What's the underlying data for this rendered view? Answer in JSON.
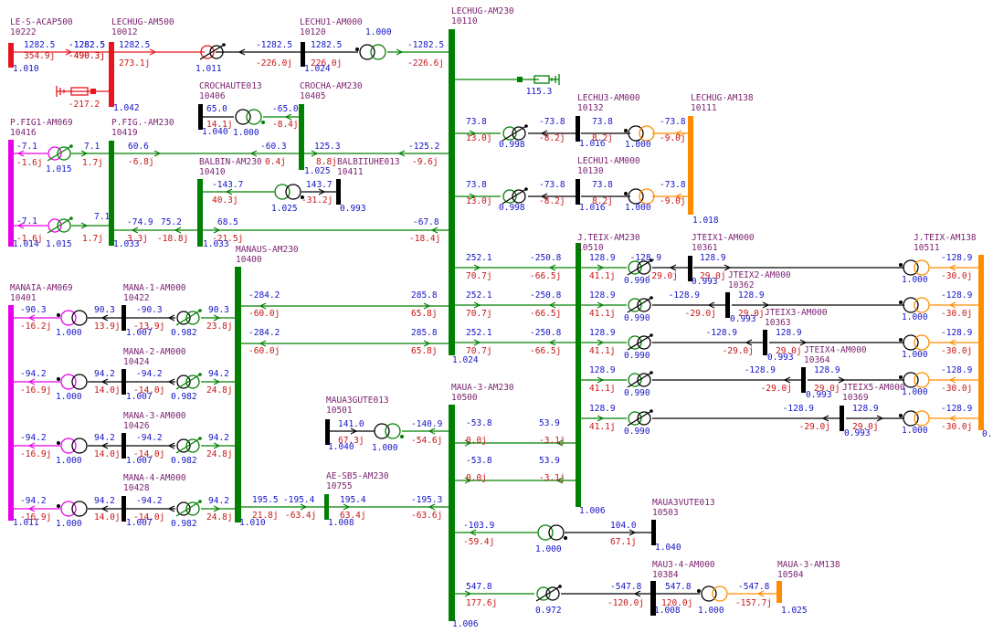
{
  "buses": [
    {
      "id": "lescap",
      "name": "LE-S-ACAP500",
      "num": "10222",
      "v": "1.010",
      "color": "#e8141e"
    },
    {
      "id": "lech500",
      "name": "LECHUG-AM500",
      "num": "10012",
      "v": "1.042",
      "color": "#e8141e"
    },
    {
      "id": "lechu1",
      "name": "LECHU1-AM000",
      "num": "10120",
      "v": "1.024",
      "color": "#000000"
    },
    {
      "id": "lech230",
      "name": "LECHUG-AM230",
      "num": "10110",
      "v": "1.024",
      "color": "#008000"
    },
    {
      "id": "crochute",
      "name": "CROCHAUTE013",
      "num": "10406",
      "v": "1.040",
      "color": "#000000"
    },
    {
      "id": "crocha",
      "name": "CROCHA-AM230",
      "num": "10405",
      "v": "1.025",
      "color": "#008000"
    },
    {
      "id": "pfig69",
      "name": "P.FIG1-AM069",
      "num": "10416",
      "v": "1.014",
      "color": "#e800e8"
    },
    {
      "id": "pfig230",
      "name": "P.FIG.-AM230",
      "num": "10419",
      "v": "1.033",
      "color": "#008000"
    },
    {
      "id": "balbin",
      "name": "BALBIN-AM230",
      "num": "10410",
      "v": "1.033",
      "color": "#008000"
    },
    {
      "id": "balbiuhe",
      "name": "BALBIIUHE013",
      "num": "10411",
      "v": "0.993",
      "color": "#000000"
    },
    {
      "id": "lechu3",
      "name": "LECHU3-AM000",
      "num": "10132",
      "v": "1.016",
      "color": "#000000"
    },
    {
      "id": "lechu1b",
      "name": "LECHU1-AM000",
      "num": "10130",
      "v": "1.016",
      "color": "#000000"
    },
    {
      "id": "lech138",
      "name": "LECHUG-AM138",
      "num": "10111",
      "v": "1.018",
      "color": "#ff8c00"
    },
    {
      "id": "manaus",
      "name": "MANAUS-AM230",
      "num": "10400",
      "v": "1.010",
      "color": "#008000"
    },
    {
      "id": "mana69",
      "name": "MANAIA-AM069",
      "num": "10401",
      "v": "1.011",
      "color": "#e800e8"
    },
    {
      "id": "mana1",
      "name": "MANA-1-AM000",
      "num": "10422",
      "v": "1.007",
      "color": "#000000"
    },
    {
      "id": "mana2",
      "name": "MANA-2-AM000",
      "num": "10424",
      "v": "1.007",
      "color": "#000000"
    },
    {
      "id": "mana3",
      "name": "MANA-3-AM000",
      "num": "10426",
      "v": "1.007",
      "color": "#000000"
    },
    {
      "id": "mana4",
      "name": "MANA-4-AM000",
      "num": "10428",
      "v": "1.007",
      "color": "#000000"
    },
    {
      "id": "jteix230",
      "name": "J.TEIX-AM230",
      "num": "10510",
      "v": "1.006",
      "color": "#008000"
    },
    {
      "id": "jteix1",
      "name": "JTEIX1-AM000",
      "num": "10361",
      "v": "0.993",
      "color": "#000000"
    },
    {
      "id": "jteix2",
      "name": "JTEIX2-AM000",
      "num": "10362",
      "v": "0.993",
      "color": "#000000"
    },
    {
      "id": "jteix3",
      "name": "JTEIX3-AM000",
      "num": "10363",
      "v": "0.993",
      "color": "#000000"
    },
    {
      "id": "jteix4",
      "name": "JTEIX4-AM000",
      "num": "10364",
      "v": "0.993",
      "color": "#000000"
    },
    {
      "id": "jteix5",
      "name": "JTEIX5-AM000",
      "num": "10369",
      "v": "0.993",
      "color": "#000000"
    },
    {
      "id": "jteix138",
      "name": "J.TEIX-AM138",
      "num": "10511",
      "v": "0.",
      "color": "#ff8c00"
    },
    {
      "id": "mauagute",
      "name": "MAUA3GUTE013",
      "num": "10501",
      "v": "1.040",
      "color": "#000000"
    },
    {
      "id": "maua230",
      "name": "MAUA-3-AM230",
      "num": "10500",
      "v": "1.006",
      "color": "#008000"
    },
    {
      "id": "aesb5",
      "name": "AE-SB5-AM230",
      "num": "10755",
      "v": "1.008",
      "color": "#008000"
    },
    {
      "id": "mauavute",
      "name": "MAUA3VUTE013",
      "num": "10503",
      "v": "1.040",
      "color": "#000000"
    },
    {
      "id": "maua34",
      "name": "MAU3-4-AM000",
      "num": "10384",
      "v": "1.008",
      "color": "#000000"
    },
    {
      "id": "maua138",
      "name": "MAUA-3-AM138",
      "num": "10504",
      "v": "1.025",
      "color": "#ff8c00"
    }
  ],
  "branches": [
    {
      "id": "lescap-lech500",
      "p": [
        "1282.5",
        "-1282.5"
      ],
      "q": [
        "354.9j",
        "-490.3j"
      ]
    },
    {
      "id": "lech500-lechu1",
      "p": [
        "1282.5",
        "-1282.5"
      ],
      "q": [
        "273.1j",
        "-226.0j"
      ],
      "tap": "1.011"
    },
    {
      "id": "lechu1-lech230",
      "p": [
        "1282.5",
        "-1282.5"
      ],
      "q": [
        "226.0j",
        "-226.6j"
      ],
      "tap": "1.000"
    },
    {
      "id": "crochute-crocha",
      "p": [
        "65.0",
        "-65.0"
      ],
      "q": [
        "14.1j",
        "-8.4j"
      ],
      "tap": "1.000"
    },
    {
      "id": "pfig69-pfig230-a",
      "p": [
        "-7.1",
        "7.1"
      ],
      "q": [
        "-1.6j",
        "1.7j"
      ],
      "tap": "1.015"
    },
    {
      "id": "pfig69-pfig230-b",
      "p": [
        "-7.1",
        "7.1"
      ],
      "q": [
        "-1.6j",
        "1.7j"
      ],
      "tap": "1.015"
    },
    {
      "id": "pfig230-crocha",
      "p": [
        "60.6",
        "-60.3"
      ],
      "q": [
        "-6.8j",
        "0.4j"
      ]
    },
    {
      "id": "crocha-lech230",
      "p": [
        "125.3",
        "-125.2"
      ],
      "q": [
        "8.8j",
        "-9.6j"
      ]
    },
    {
      "id": "balbin-balbiuhe",
      "p": [
        "-143.7",
        "143.7"
      ],
      "q": [
        "40.3j",
        "-31.2j"
      ],
      "tap": "1.025"
    },
    {
      "id": "pfig230-balbin",
      "p": [
        "-74.9",
        "75.2"
      ],
      "q": [
        "3.3j",
        "-18.8j"
      ]
    },
    {
      "id": "balbin-lech230",
      "p": [
        "68.5",
        "-67.8"
      ],
      "q": [
        "-21.5j",
        "-18.4j"
      ]
    },
    {
      "id": "lech230-lechu3",
      "p": [
        "73.8",
        "-73.8"
      ],
      "q": [
        "13.0j",
        "-8.2j"
      ],
      "tap": "0.998"
    },
    {
      "id": "lechu3-lech138",
      "p": [
        "73.8",
        "-73.8"
      ],
      "q": [
        "8.2j",
        "-9.0j"
      ],
      "tap": "1.000"
    },
    {
      "id": "lech230-lechu1b",
      "p": [
        "73.8",
        "-73.8"
      ],
      "q": [
        "13.0j",
        "-8.2j"
      ],
      "tap": "0.998"
    },
    {
      "id": "lechu1b-lech138",
      "p": [
        "73.8",
        "-73.8"
      ],
      "q": [
        "8.2j",
        "-9.0j"
      ],
      "tap": "1.000"
    },
    {
      "id": "lech230-shunt",
      "p": [
        "115.3"
      ],
      "q": [
        "-217.2"
      ]
    },
    {
      "id": "manaus-lech230-a",
      "p": [
        "-284.2",
        "285.8"
      ],
      "q": [
        "-60.0j",
        "65.8j"
      ]
    },
    {
      "id": "manaus-lech230-b",
      "p": [
        "-284.2",
        "285.8"
      ],
      "q": [
        "-60.0j",
        "65.8j"
      ]
    },
    {
      "id": "mana69-mana1",
      "p": [
        "-90.3",
        "90.3"
      ],
      "q": [
        "-16.2j",
        "13.9j"
      ],
      "tap": "1.000"
    },
    {
      "id": "mana1-manaus",
      "p": [
        "-90.3",
        "90.3"
      ],
      "q": [
        "-13.9j",
        "23.8j"
      ],
      "tap": "0.982"
    },
    {
      "id": "mana69-mana2",
      "p": [
        "-94.2",
        "94.2"
      ],
      "q": [
        "-16.9j",
        "14.0j"
      ],
      "tap": "1.000"
    },
    {
      "id": "mana2-manaus",
      "p": [
        "-94.2",
        "94.2"
      ],
      "q": [
        "-14.0j",
        "24.8j"
      ],
      "tap": "0.982"
    },
    {
      "id": "mana69-mana3",
      "p": [
        "-94.2",
        "94.2"
      ],
      "q": [
        "-16.9j",
        "14.0j"
      ],
      "tap": "1.000"
    },
    {
      "id": "mana3-manaus",
      "p": [
        "-94.2",
        "94.2"
      ],
      "q": [
        "-14.0j",
        "24.8j"
      ],
      "tap": "0.982"
    },
    {
      "id": "mana69-mana4",
      "p": [
        "-94.2",
        "94.2"
      ],
      "q": [
        "-16.9j",
        "14.0j"
      ],
      "tap": "1.000"
    },
    {
      "id": "mana4-manaus",
      "p": [
        "-94.2",
        "94.2"
      ],
      "q": [
        "-14.0j",
        "24.8j"
      ],
      "tap": "0.982"
    },
    {
      "id": "lech230-jteix-1",
      "p": [
        "252.1",
        "-250.8"
      ],
      "q": [
        "70.7j",
        "-66.5j"
      ]
    },
    {
      "id": "lech230-jteix-2",
      "p": [
        "252.1",
        "-250.8"
      ],
      "q": [
        "70.7j",
        "-66.5j"
      ]
    },
    {
      "id": "lech230-jteix-3",
      "p": [
        "252.1",
        "-250.8"
      ],
      "q": [
        "70.7j",
        "-66.5j"
      ]
    },
    {
      "id": "jteix-t1",
      "p": [
        "128.9",
        "-128.9"
      ],
      "q": [
        "41.1j",
        "-29.0j"
      ],
      "tap": "0.990"
    },
    {
      "id": "jteix-t2",
      "p": [
        "128.9",
        "-128.9"
      ],
      "q": [
        "41.1j",
        "-29.0j"
      ],
      "tap": "0.990"
    },
    {
      "id": "jteix-t3",
      "p": [
        "128.9",
        "-128.9"
      ],
      "q": [
        "41.1j",
        "-29.0j"
      ],
      "tap": "0.990"
    },
    {
      "id": "jteix-t4",
      "p": [
        "128.9",
        "-128.9"
      ],
      "q": [
        "41.1j",
        "-29.0j"
      ],
      "tap": "0.990"
    },
    {
      "id": "jteix-t5",
      "p": [
        "128.9",
        "-128.9"
      ],
      "q": [
        "41.1j",
        "-29.0j"
      ],
      "tap": "0.990"
    },
    {
      "id": "jteix1-138",
      "p": [
        "128.9",
        "-128.9"
      ],
      "q": [
        "29.0j",
        "-30.0j"
      ],
      "tap": "1.000"
    },
    {
      "id": "jteix2-138",
      "p": [
        "128.9",
        "-128.9"
      ],
      "q": [
        "29.0j",
        "-30.0j"
      ],
      "tap": "1.000"
    },
    {
      "id": "jteix3-138",
      "p": [
        "128.9",
        "-128.9"
      ],
      "q": [
        "29.0j",
        "-30.0j"
      ],
      "tap": "1.000"
    },
    {
      "id": "jteix4-138",
      "p": [
        "128.9",
        "-128.9"
      ],
      "q": [
        "29.0j",
        "-30.0j"
      ],
      "tap": "1.000"
    },
    {
      "id": "jteix5-138",
      "p": [
        "128.9",
        "-128.9"
      ],
      "q": [
        "29.0j",
        "-30.0j"
      ],
      "tap": "1.000"
    },
    {
      "id": "mauagute-maua230",
      "p": [
        "141.0",
        "-140.9"
      ],
      "q": [
        "67.3j",
        "-54.6j"
      ],
      "tap": "1.000"
    },
    {
      "id": "maua230-jteix-a",
      "p": [
        "-53.8",
        "53.9"
      ],
      "q": [
        "0.0j",
        "-3.1j"
      ]
    },
    {
      "id": "maua230-jteix-b",
      "p": [
        "-53.8",
        "53.9"
      ],
      "q": [
        "0.0j",
        "-3.1j"
      ]
    },
    {
      "id": "manaus-aesb5",
      "p": [
        "195.5",
        "-195.4"
      ],
      "q": [
        "21.8j",
        "-63.4j"
      ]
    },
    {
      "id": "aesb5-maua230",
      "p": [
        "195.4",
        "-195.3"
      ],
      "q": [
        "63.4j",
        "-63.6j"
      ]
    },
    {
      "id": "maua230-mauavute",
      "p": [
        "-103.9",
        "104.0"
      ],
      "q": [
        "-59.4j",
        "67.1j"
      ],
      "tap": "1.000"
    },
    {
      "id": "maua230-maua34",
      "p": [
        "547.8",
        "-547.8"
      ],
      "q": [
        "177.6j",
        "-120.0j"
      ],
      "tap": "0.972"
    },
    {
      "id": "maua34-maua138",
      "p": [
        "547.8",
        "-547.8"
      ],
      "q": [
        "120.0j",
        "-157.7j"
      ],
      "tap": "1.000"
    }
  ],
  "colors": {
    "kv500": "#e8141e",
    "kv230": "#008000",
    "kv138": "#ff8c00",
    "kv69": "#e800e8",
    "gen": "#000000",
    "name": "#7a1f6e",
    "mw": "#1414c8",
    "mvar": "#c81414"
  }
}
